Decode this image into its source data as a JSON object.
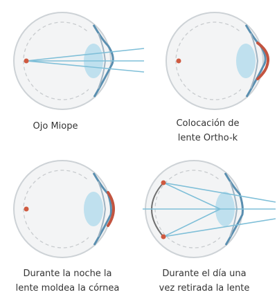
{
  "panels": [
    {
      "caption_lines": [
        "Ojo Miope"
      ]
    },
    {
      "caption_lines": [
        "Colocación de",
        "lente Ortho-k"
      ]
    },
    {
      "caption_lines": [
        "Durante la noche la",
        "lente moldea la córnea"
      ]
    },
    {
      "caption_lines": [
        "Durante el día una",
        "vez retirada la lente"
      ]
    }
  ],
  "colors": {
    "eye_outline": "#cdd2d6",
    "eye_fill": "#f3f4f5",
    "retina_dash": "#c8cbce",
    "cornea": "#5a8fb0",
    "iris": "#9fb4c3",
    "lens": "#bfe0ee",
    "light_ray": "#7fbfd8",
    "focal_point": "#cf5a40",
    "ortho_k_lens": "#c25440",
    "reshaped_retina": "#707070"
  }
}
